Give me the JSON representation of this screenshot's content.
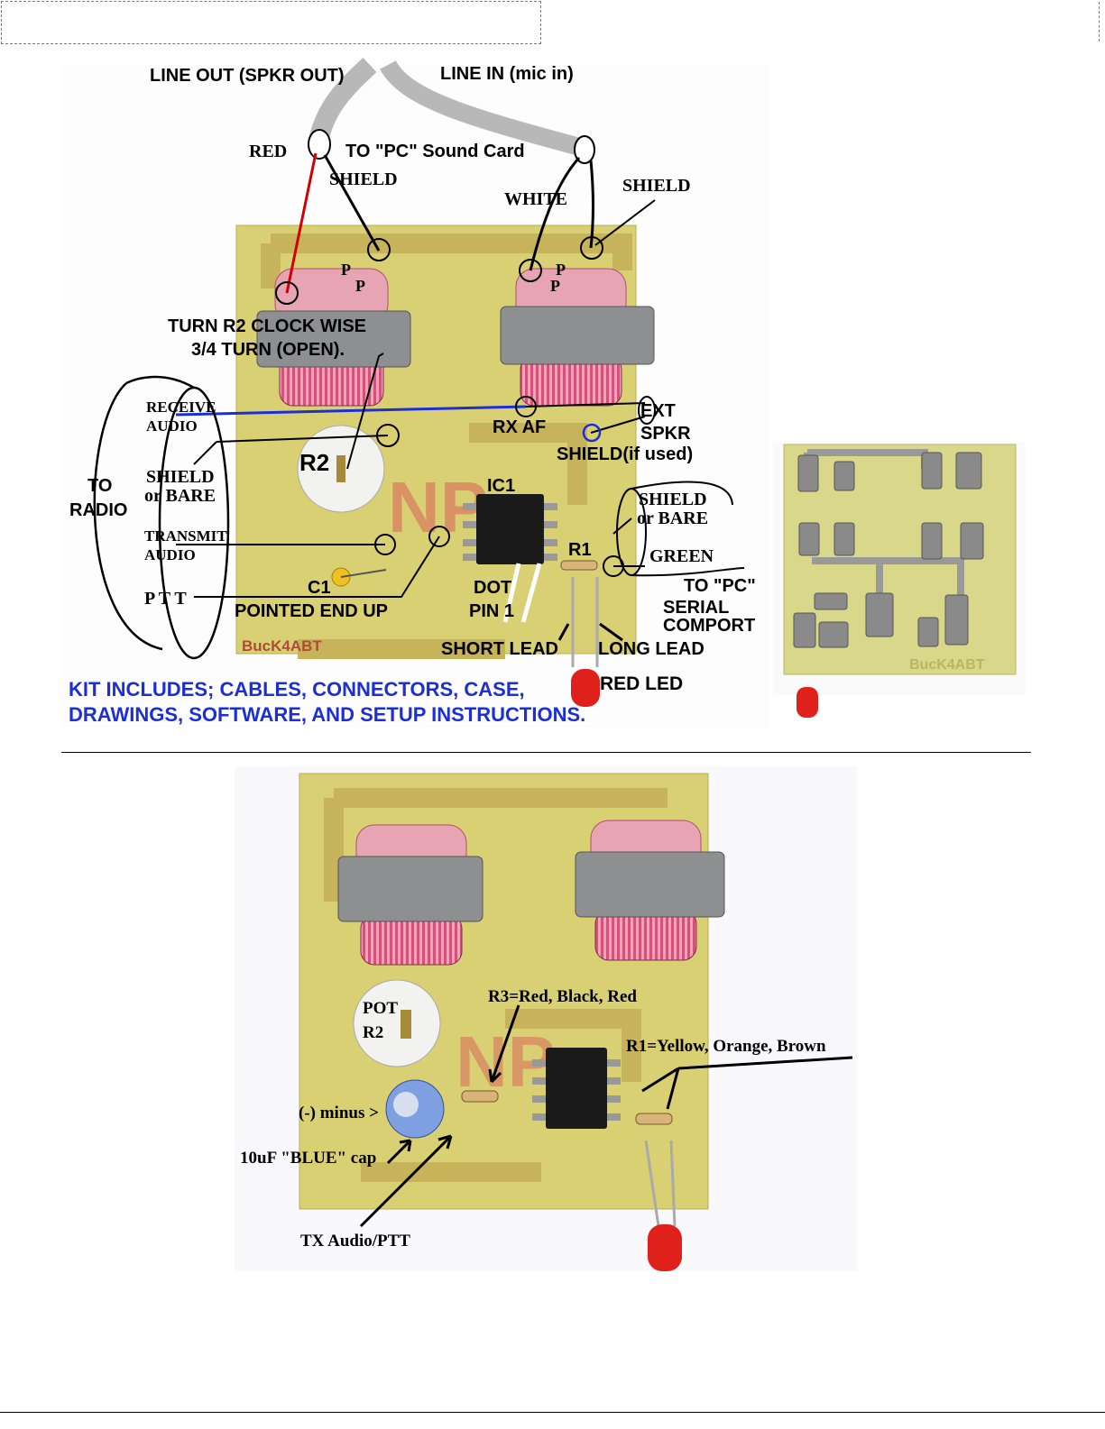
{
  "diagram1": {
    "labels": {
      "line_out": "LINE OUT (SPKR OUT)",
      "line_in": "LINE IN (mic in)",
      "red": "RED",
      "to_pc_sound": "TO \"PC\"  Sound Card",
      "shield_a": "SHIELD",
      "white": "WHITE",
      "shield_b": "SHIELD",
      "p1": "P",
      "p2": "P",
      "p3": "P",
      "p4": "P",
      "turn_r2_1": "TURN R2 CLOCK WISE",
      "turn_r2_2": "3/4 TURN (OPEN).",
      "receive_1": "RECEIVE",
      "receive_2": "AUDIO",
      "rx_af": "RX AF",
      "ext": "EXT",
      "spkr": "SPKR",
      "shield_if": "SHIELD(if used)",
      "to": "TO",
      "radio": "RADIO",
      "shield_bare_1": "SHIELD",
      "shield_bare_2": "or BARE",
      "r2": "R2",
      "ic1": "IC1",
      "shield_bare_3": "SHIELD",
      "shield_bare_4": "or BARE",
      "transmit_1": "TRANSMIT",
      "transmit_2": "AUDIO",
      "r1": "R1",
      "green": "GREEN",
      "to_pc2": "TO \"PC\"",
      "serial": "SERIAL",
      "comport": "COMPORT",
      "c1": "C1",
      "dot": "DOT",
      "pin1": "PIN 1",
      "ptt": "P T T",
      "pointed": "POINTED END UP",
      "buck": "BucK4ABT",
      "short_lead": "SHORT LEAD",
      "long_lead": "LONG LEAD",
      "red_led": "RED LED",
      "kit_1": "KIT INCLUDES; CABLES, CONNECTORS, CASE,",
      "kit_2": "DRAWINGS, SOFTWARE, AND SETUP INSTRUCTIONS."
    }
  },
  "pcb_bottom": {
    "label": "BucK4ABT"
  },
  "diagram2": {
    "labels": {
      "pot": "POT",
      "r2": "R2",
      "r3": "R3=Red, Black, Red",
      "r1": "R1=Yellow, Orange, Brown",
      "minus": "(-) minus >",
      "cap": "10uF \"BLUE\" cap",
      "tx": "TX Audio/PTT"
    }
  },
  "colors": {
    "board": "#d9cf73",
    "trace": "#c7b45a",
    "transformer_core": "#8e8f90",
    "coil": "#d98aa0",
    "blue_text": "#1c2fd6",
    "led": "#e0201a"
  }
}
